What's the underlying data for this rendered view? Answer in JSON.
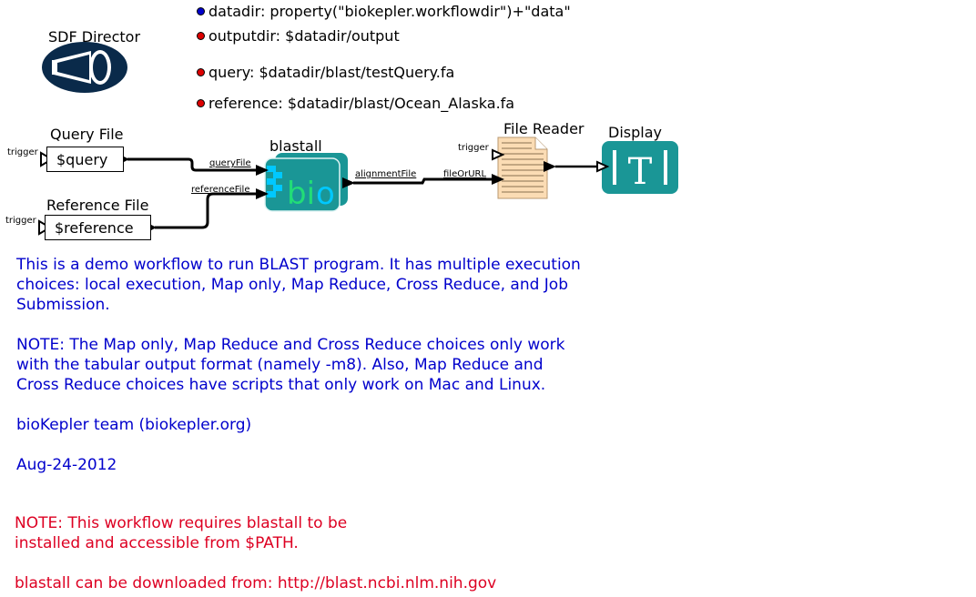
{
  "director": {
    "label": "SDF Director"
  },
  "parameters": [
    {
      "name": "datadir",
      "value": "property(\"biokepler.workflowdir\")+\"data\"",
      "text": "datadir: property(\"biokepler.workflowdir\")+\"data\"",
      "dot_color": "#0000cc"
    },
    {
      "name": "outputdir",
      "value": "$datadir/output",
      "text": "outputdir: $datadir/output",
      "dot_color": "#dd0000"
    },
    {
      "name": "query",
      "value": "$datadir/blast/testQuery.fa",
      "text": "query: $datadir/blast/testQuery.fa",
      "dot_color": "#dd0000"
    },
    {
      "name": "reference",
      "value": "$datadir/blast/Ocean_Alaska.fa",
      "text": "reference: $datadir/blast/Ocean_Alaska.fa",
      "dot_color": "#dd0000"
    }
  ],
  "actors": {
    "query_file": {
      "title": "Query File",
      "value": "$query",
      "input_port": "trigger"
    },
    "reference_file": {
      "title": "Reference File",
      "value": "$reference",
      "input_port": "trigger"
    },
    "blastall": {
      "title": "blastall",
      "icon_text": "bio",
      "ports": {
        "query": "queryFile",
        "reference": "referenceFile",
        "output": "alignmentFile"
      }
    },
    "file_reader": {
      "title": "File Reader",
      "ports": {
        "trigger": "trigger",
        "file": "fileOrURL"
      }
    },
    "display": {
      "title": "Display",
      "icon_text": "T"
    }
  },
  "notes": {
    "description": "This is a demo workflow to run BLAST program. It has multiple execution\nchoices: local execution, Map only, Map Reduce, Cross Reduce, and Job\nSubmission.\n\nNOTE: The Map only, Map Reduce and Cross Reduce choices only work\nwith the tabular output format (namely -m8). Also, Map Reduce and\nCross Reduce choices have scripts that only work on Mac and Linux.\n\nbioKepler team (biokepler.org)\n\nAug-24-2012",
    "requirement": "NOTE: This workflow requires blastall to be\ninstalled and accessible from $PATH.\n\nblastall can be downloaded from: http://blast.ncbi.nlm.nih.gov"
  },
  "colors": {
    "description_text": "#0000cc",
    "requirement_text": "#dd0022",
    "director_fill": "#0a2a4a",
    "actor_teal": "#1a9696",
    "file_reader_fill": "#fbdcb4"
  }
}
